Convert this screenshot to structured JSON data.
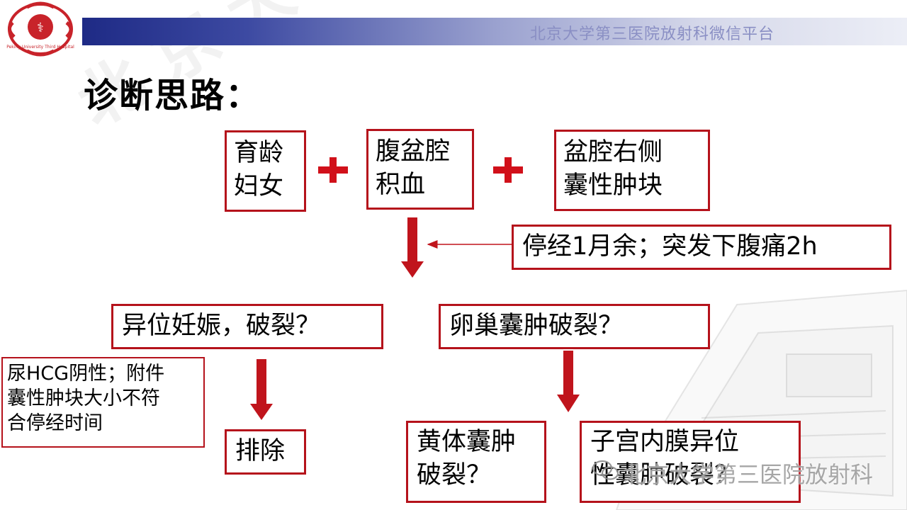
{
  "header": {
    "platform_text": "北京大学第三医院放射科微信平台",
    "logo_text": "Peking University Third Hospital"
  },
  "title": "诊断思路：",
  "conditions": {
    "box1": [
      "育龄",
      "妇女"
    ],
    "box2": [
      "腹盆腔",
      "积血"
    ],
    "box3": [
      "盆腔右侧",
      "囊性肿块"
    ]
  },
  "history": "停经1月余；突发下腹痛2h",
  "differentials": {
    "left": "异位妊娠，破裂？",
    "right": "卵巢囊肿破裂？"
  },
  "evidence": [
    "尿HCG阴性；附件",
    "囊性肿块大小不符",
    "合停经时间"
  ],
  "exclude": "排除",
  "outcomes": {
    "luteal": [
      "黄体囊肿",
      "破裂？"
    ],
    "endometriosis": [
      "子宫内膜异位",
      "性囊肿破裂？"
    ]
  },
  "watermark": {
    "diagonal": "北京大学第三医院放射科微信平台",
    "footer": "北京大学第三医院放射科"
  },
  "colors": {
    "accent_red": "#b5121b",
    "header_blue": "#1e2a85"
  }
}
